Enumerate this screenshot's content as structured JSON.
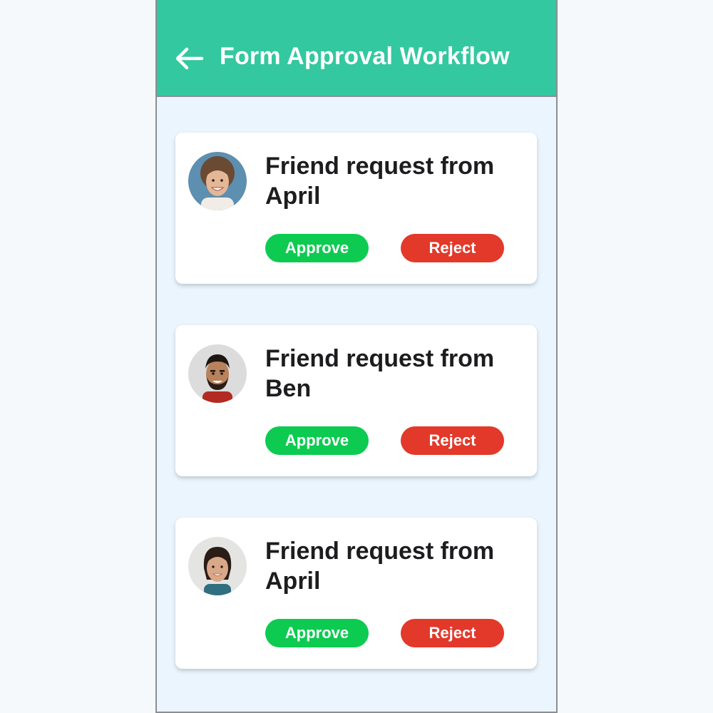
{
  "header": {
    "back_icon": "arrow-left-icon",
    "title": "Form Approval Workflow",
    "background": "#33c8a0"
  },
  "requests": [
    {
      "title": "Friend request from April",
      "avatar": "avatar-woman-curly-hair",
      "approve_label": "Approve",
      "reject_label": "Reject"
    },
    {
      "title": "Friend request from Ben",
      "avatar": "avatar-man-beard",
      "approve_label": "Approve",
      "reject_label": "Reject"
    },
    {
      "title": "Friend request from April",
      "avatar": "avatar-woman-dark-hair",
      "approve_label": "Approve",
      "reject_label": "Reject"
    }
  ],
  "colors": {
    "approve": "#0ccb50",
    "reject": "#e2392a",
    "screen_background": "#eaf5fd"
  }
}
